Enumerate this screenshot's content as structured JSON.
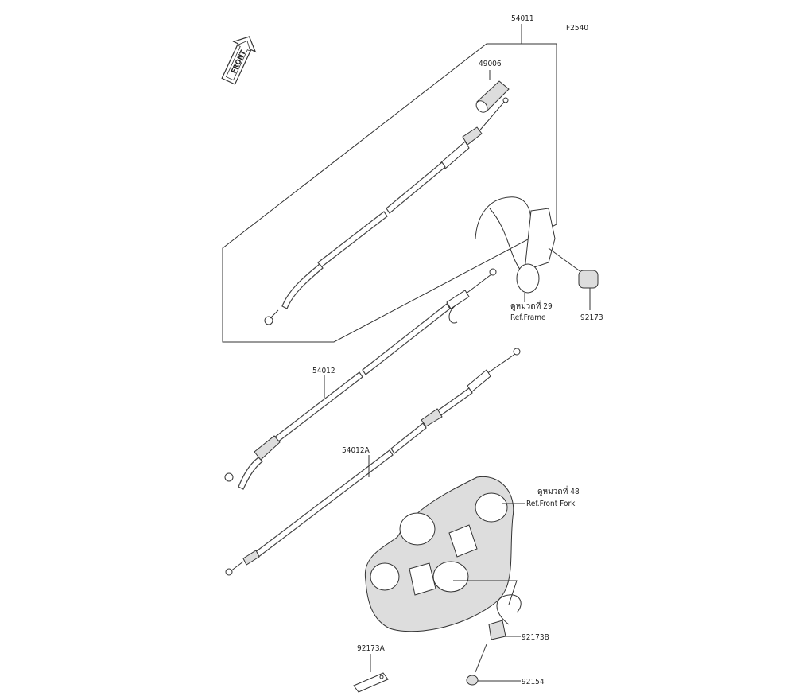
{
  "diagram": {
    "figure_code": "F2540",
    "front_indicator": "FRONT",
    "parts": {
      "cable_assembly": "54011",
      "sleeve": "49006",
      "clamp_right": "92173",
      "cable_a": "54012",
      "cable_b": "54012A",
      "clamp_a": "92173A",
      "clamp_b": "92173B",
      "screw": "92154"
    },
    "references": {
      "frame_thai": "ดูหมวดที่ 29",
      "frame": "Ref.Frame",
      "fork_thai": "ดูหมวดที่ 48",
      "fork": "Ref.Front Fork"
    }
  }
}
